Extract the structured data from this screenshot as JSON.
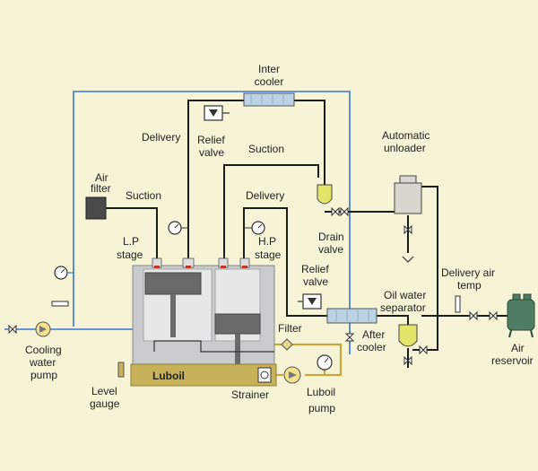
{
  "labels": {
    "intercooler_1": "Inter",
    "intercooler_2": "cooler",
    "delivery_1": "Delivery",
    "relief_valve_top_1": "Relief",
    "relief_valve_top_2": "valve",
    "suction_2": "Suction",
    "automatic_unloader_1": "Automatic",
    "automatic_unloader_2": "unloader",
    "air_filter_1": "Air",
    "air_filter_2": "filter",
    "suction_1": "Suction",
    "delivery_2": "Delivery",
    "drain_valve_1": "Drain",
    "drain_valve_2": "valve",
    "lp_stage_1": "L.P",
    "lp_stage_2": "stage",
    "hp_stage_1": "H.P",
    "hp_stage_2": "stage",
    "relief_valve_mid_1": "Relief",
    "relief_valve_mid_2": "valve",
    "delivery_air_temp_1": "Delivery air",
    "delivery_air_temp_2": "temp",
    "oil_water_sep_1": "Oil water",
    "oil_water_sep_2": "separator",
    "filter": "Filter",
    "after_cooler_1": "After",
    "after_cooler_2": "cooler",
    "air_reservoir_1": "Air",
    "air_reservoir_2": "reservoir",
    "cooling_water_pump_1": "Cooling",
    "cooling_water_pump_2": "water",
    "cooling_water_pump_3": "pump",
    "luboil": "Luboil",
    "strainer": "Strainer",
    "luboil_pump_1": "Luboil",
    "luboil_pump_2": "pump",
    "level_gauge_1": "Level",
    "level_gauge_2": "gauge"
  },
  "colors": {
    "background": "#f6f3d6",
    "water_line": "#3a74d6",
    "air_line": "#1c1c1c",
    "oil_line": "#c8a83a",
    "cylinder": "#c9cbcc",
    "cylinder_light": "#e6e8e8",
    "sump": "#c7b25a",
    "cooler": "#bcd3e6"
  }
}
